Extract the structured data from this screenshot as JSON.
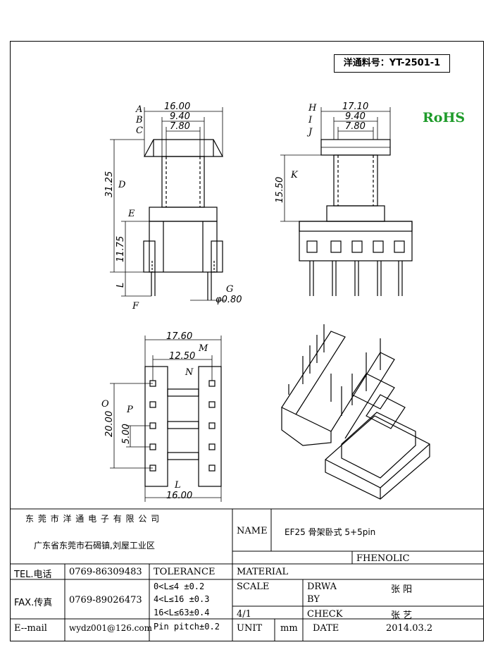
{
  "part_number": "洋通料号：YT-2501-1",
  "rohs": "RoHS",
  "dims": {
    "front_w": "16.00",
    "front_m": "9.40",
    "front_n": "7.80",
    "front_h": "31.25",
    "front_e": "11.75",
    "front_l": "L",
    "front_pin": "φ0.80",
    "side_w": "17.10",
    "side_m": "9.40",
    "side_n": "7.80",
    "side_h": "15.50",
    "bottom_w": "17.60",
    "bottom_m": "12.50",
    "bottom_h": "20.00",
    "bottom_p": "5.00",
    "bottom_bw": "16.00"
  },
  "letters": [
    "A",
    "B",
    "C",
    "D",
    "E",
    "F",
    "G",
    "H",
    "I",
    "J",
    "K",
    "M",
    "N",
    "O",
    "P",
    "L"
  ],
  "title_block": {
    "company": "东 莞 市 洋 通 电 子 有 限 公 司",
    "address": "广东省东莞市石碣镇,刘屋工业区",
    "name_label": "NAME",
    "name_value": "EF25 骨架卧式 5+5pin",
    "tel_label": "TEL.电话",
    "tel_value": "0769-86309483",
    "fax_label": "FAX.传真",
    "fax_value": "0769-89026473",
    "email_label": "E--mail",
    "email_value": "wydz001@126.com",
    "tolerance_label": "TOLERANCE",
    "tol_1": "0<L≤4   ±0.2",
    "tol_2": "4<L≤16  ±0.3",
    "tol_3": "16<L≤63±0.4",
    "tol_4": "Pin pitch±0.2",
    "material_label": "MATERIAL",
    "material_value": "FHENOLIC",
    "scale_label": "SCALE",
    "scale_value": "4/1",
    "drwa_label": "DRWA",
    "by_label": "BY",
    "drawn_by": "张 阳",
    "check_label": "CHECK",
    "checked_by": "张 艺",
    "unit_label": "UNIT",
    "unit_value": "mm",
    "date_label": "DATE",
    "date_value": "2014.03.2"
  }
}
